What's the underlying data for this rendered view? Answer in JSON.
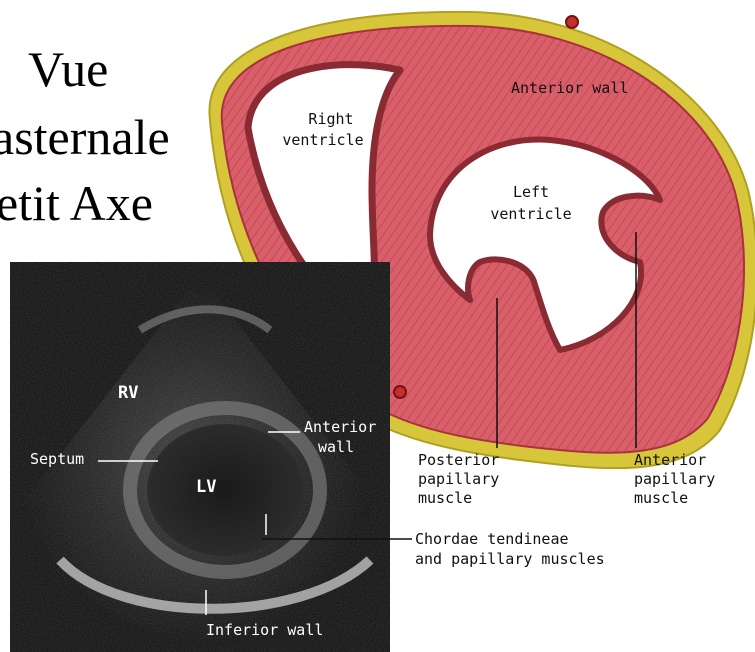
{
  "title": {
    "line1": "Vue",
    "line2": "asternale",
    "line3": "etit Axe"
  },
  "anatomy_labels": {
    "anterior_wall": "Anterior wall",
    "right_ventricle_l1": "Right",
    "right_ventricle_l2": "ventricle",
    "left_ventricle_l1": "Left",
    "left_ventricle_l2": "ventricle",
    "posterior_papillary_l1": "Posterior",
    "posterior_papillary_l2": "papillary",
    "posterior_papillary_l3": "muscle",
    "anterior_papillary_l1": "Anterior",
    "anterior_papillary_l2": "papillary",
    "anterior_papillary_l3": "muscle",
    "chordae_l1": "Chordae tendineae",
    "chordae_l2": "and papillary muscles"
  },
  "echo_labels": {
    "rv": "RV",
    "lv": "LV",
    "septum": "Septum",
    "anterior_wall_l1": "Anterior",
    "anterior_wall_l2": "wall",
    "inferior_wall": "Inferior wall"
  },
  "colors": {
    "myocardium": "#d95f68",
    "epicardial_fat": "#d8c63a",
    "echo_background": "#0c0c0c"
  }
}
